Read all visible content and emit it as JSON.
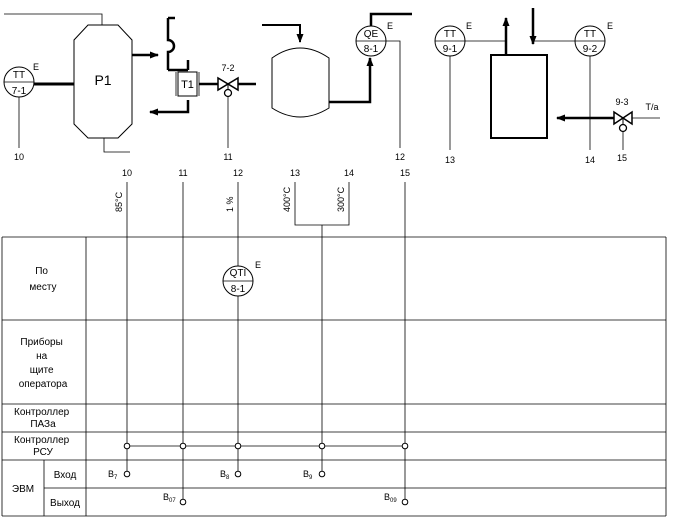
{
  "equipment": {
    "reactor": "P1",
    "heat_exchanger": "T1"
  },
  "field_instruments": {
    "tt_7_1": {
      "code": "TT",
      "num": "7-1",
      "mark": "E"
    },
    "valve_7_2": {
      "num": "7-2"
    },
    "qe_8_1": {
      "code": "QE",
      "num": "8-1",
      "mark": "E"
    },
    "tt_9_1": {
      "code": "TT",
      "num": "9-1",
      "mark": "E"
    },
    "tt_9_2": {
      "code": "TT",
      "num": "9-2",
      "mark": "E"
    },
    "valve_9_3": {
      "num": "9-3",
      "stream": "Т/а"
    }
  },
  "line_numbers_top": {
    "l10": "10",
    "l11": "11",
    "l12": "12",
    "l13": "13",
    "l14": "14",
    "l15": "15"
  },
  "line_numbers": {
    "l10": "10",
    "l11": "11",
    "l12": "12",
    "l13": "13",
    "l14": "14",
    "l15": "15"
  },
  "setpoints": {
    "s10": "85°C",
    "s12": "1 %",
    "s13": "400°C",
    "s14": "300°C"
  },
  "panel": {
    "local_instrument": {
      "code": "QTI",
      "num": "8-1",
      "mark": "E"
    }
  },
  "table": {
    "row_local": "По\nместу",
    "row_panel": "Приборы\nна\nщите\nоператора",
    "row_paz": "Контроллер\nПАЗа",
    "row_rsu": "Контроллер\nРСУ",
    "row_evm": "ЭВМ",
    "row_input": "Вход",
    "row_output": "Выход"
  },
  "io_tags": {
    "b7": "B7",
    "b8": "B8",
    "b9": "B9",
    "b07": "B07",
    "b09": "B09"
  }
}
